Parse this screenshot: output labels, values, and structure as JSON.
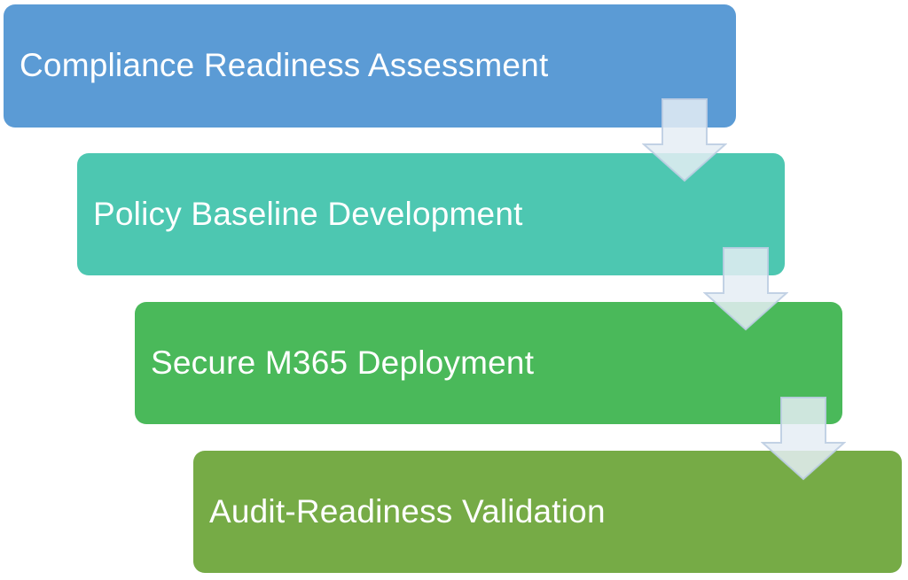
{
  "diagram": {
    "type": "process-flow",
    "direction": "top-to-bottom",
    "background": "#FFFFFF",
    "text_color": "#FFFFFF",
    "steps": [
      {
        "label": "Compliance Readiness Assessment",
        "color": "#5B9BD5"
      },
      {
        "label": "Policy Baseline Development",
        "color": "#4DC7B1"
      },
      {
        "label": "Secure M365 Deployment",
        "color": "#4AB95A"
      },
      {
        "label": "Audit-Readiness Validation",
        "color": "#76AB46"
      }
    ],
    "arrow": {
      "icon": "down-arrow-icon",
      "fill": "#E5EDF5",
      "fill_opacity": "0.85",
      "stroke": "#BCCDE2",
      "stroke_opacity": "0.9"
    }
  }
}
